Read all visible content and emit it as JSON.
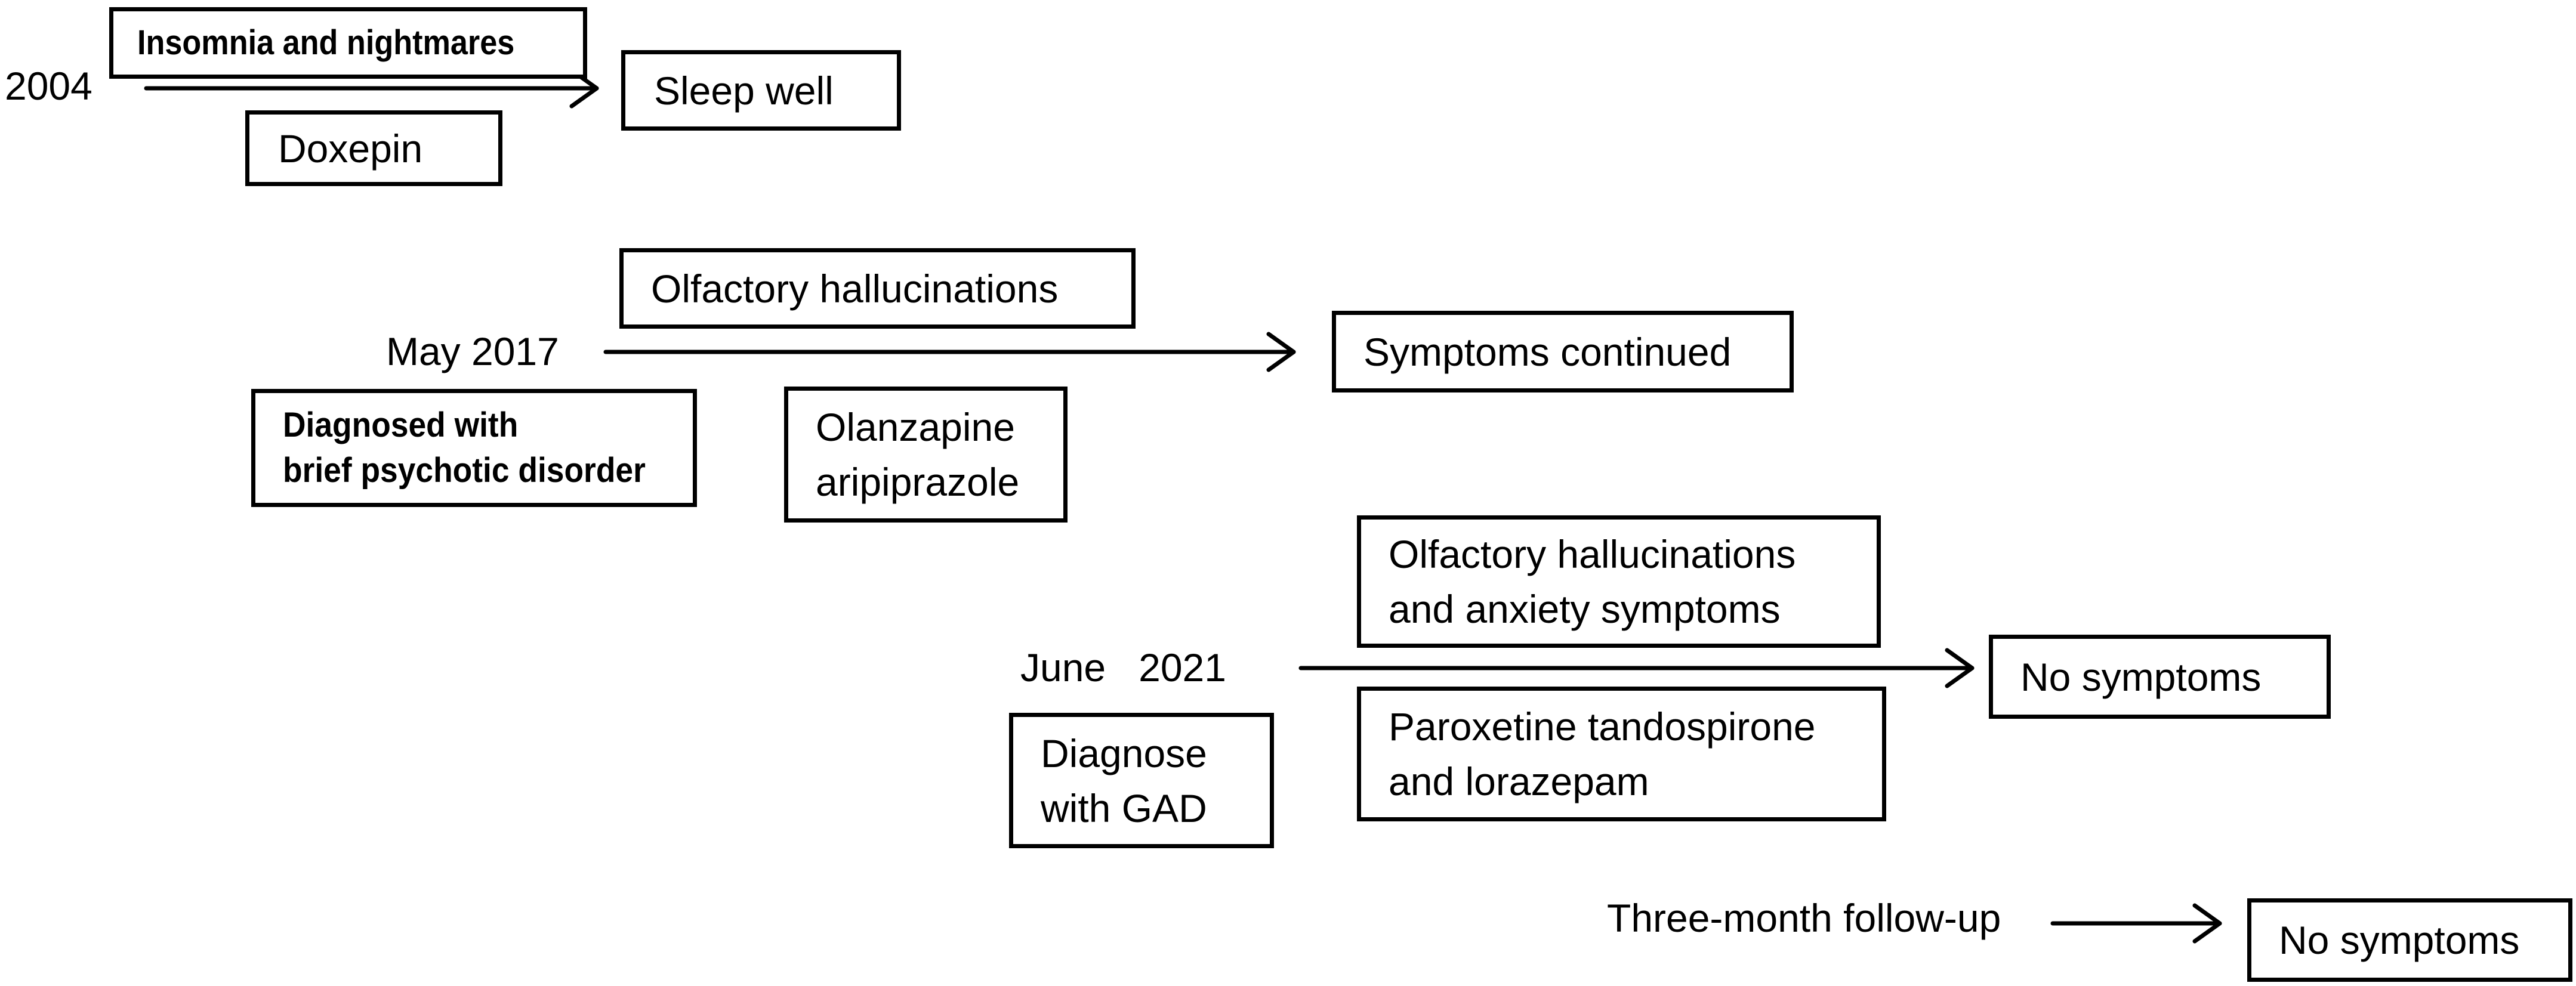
{
  "timeline": {
    "row_2004": {
      "date": "2004",
      "symptom": "Insomnia and nightmares",
      "treatment": "Doxepin",
      "outcome": "Sleep well"
    },
    "row_2017": {
      "date": "May 2017",
      "symptom": "Olfactory hallucinations",
      "diagnosis": "Diagnosed with\nbrief psychotic disorder",
      "treatment": "Olanzapine\naripiprazole",
      "outcome": "Symptoms continued"
    },
    "row_2021": {
      "date": "June   2021",
      "symptom": "Olfactory hallucinations\nand anxiety symptoms",
      "diagnosis": "Diagnose\nwith GAD",
      "treatment": "Paroxetine tandospirone\nand lorazepam",
      "outcome": "No symptoms"
    },
    "followup": {
      "label": "Three-month follow-up",
      "outcome": "No symptoms"
    }
  },
  "colors": {
    "line": "#000000",
    "background": "#ffffff"
  }
}
